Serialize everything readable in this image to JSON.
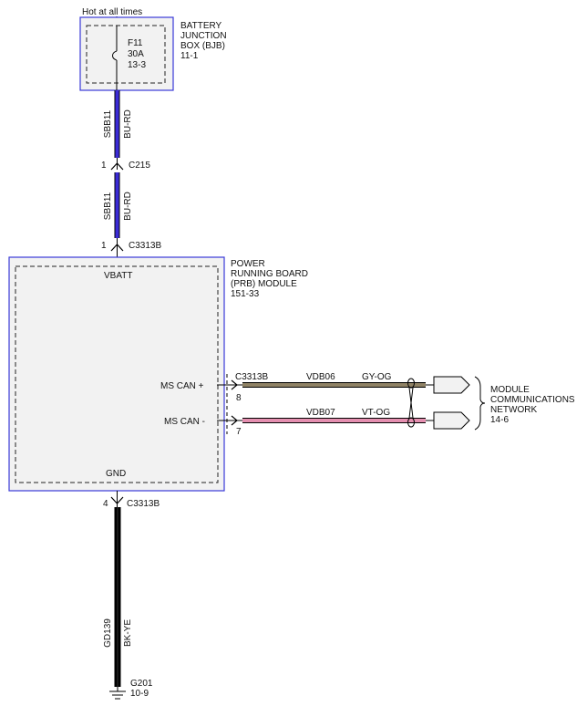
{
  "header": {
    "text": "Hot at all times"
  },
  "bjb": {
    "fuse": "F11",
    "rating": "30A",
    "page_ref": "13-3",
    "name_line1": "BATTERY",
    "name_line2": "JUNCTION",
    "name_line3": "BOX (BJB)",
    "ref": "11-1"
  },
  "wire_top": {
    "circuit": "SBB11",
    "color": "BU-RD",
    "hex": "#3b2bd6"
  },
  "c215": {
    "pin": "1",
    "name": "C215"
  },
  "wire_mid": {
    "circuit": "SBB11",
    "color": "BU-RD",
    "hex": "#3b2bd6"
  },
  "c3313b_top": {
    "pin": "1",
    "name": "C3313B"
  },
  "module": {
    "name_line1": "POWER",
    "name_line2": "RUNNING BOARD",
    "name_line3": "(PRB) MODULE",
    "ref": "151-33",
    "vbatt": "VBATT",
    "gnd": "GND",
    "can_plus": "MS CAN +",
    "can_minus": "MS CAN -"
  },
  "can_connector": {
    "name": "C3313B",
    "pin_plus": "8",
    "pin_minus": "7"
  },
  "wire_can_plus": {
    "circuit": "VDB06",
    "color": "GY-OG",
    "hex": "#8f8265"
  },
  "wire_can_minus": {
    "circuit": "VDB07",
    "color": "VT-OG",
    "hex": "#e58fb0"
  },
  "network": {
    "line1": "MODULE",
    "line2": "COMMUNICATIONS",
    "line3": "NETWORK",
    "ref": "14-6"
  },
  "c3313b_bottom": {
    "pin": "4",
    "name": "C3313B"
  },
  "wire_gnd": {
    "circuit": "GD139",
    "color": "BK-YE",
    "hex": "#000000"
  },
  "ground": {
    "name": "G201",
    "ref": "10-9"
  },
  "colors": {
    "box_border": "#3a3ad8",
    "box_fill": "#f2f2f2"
  }
}
